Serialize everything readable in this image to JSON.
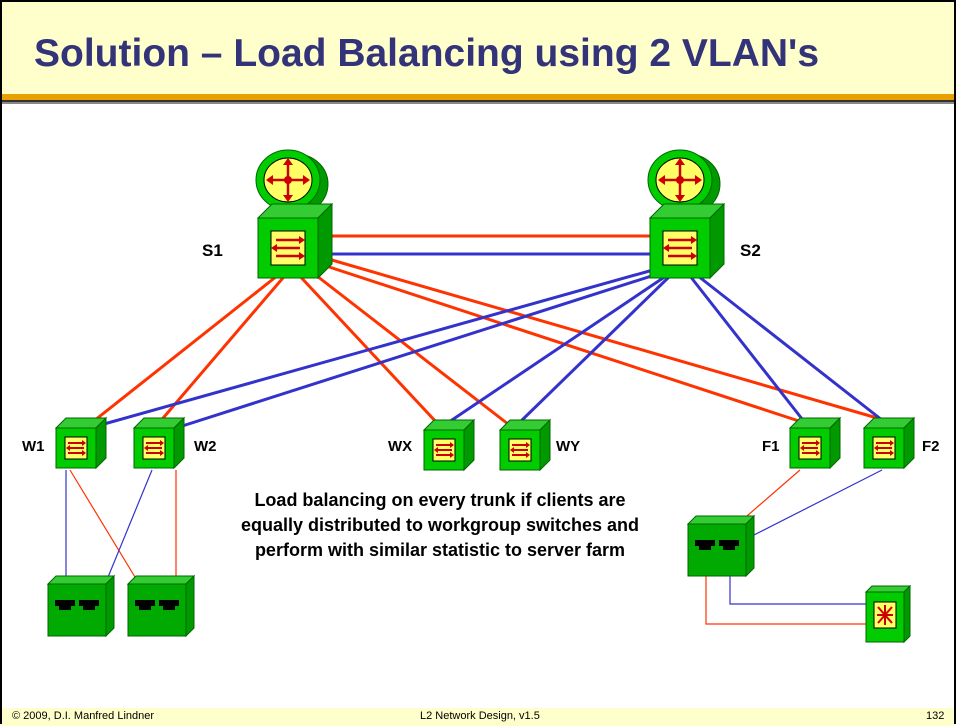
{
  "slide": {
    "title": "Solution – Load Balancing using 2 VLAN's",
    "note": "Load balancing on every trunk if clients are equally distributed to workgroup switches and perform with similar statistic to server farm",
    "footer_left": "© 2009, D.I. Manfred Lindner",
    "footer_center": "L2 Network Design, v1.5",
    "footer_right": "132"
  },
  "diagram": {
    "nodes": [
      {
        "id": "S1",
        "label": "S1"
      },
      {
        "id": "S2",
        "label": "S2"
      },
      {
        "id": "W1",
        "label": "W1"
      },
      {
        "id": "W2",
        "label": "W2"
      },
      {
        "id": "WX",
        "label": "WX"
      },
      {
        "id": "WY",
        "label": "WY"
      },
      {
        "id": "F1",
        "label": "F1"
      },
      {
        "id": "F2",
        "label": "F2"
      }
    ],
    "vlan_colors": {
      "red": "#ff3300",
      "blue": "#3333cc"
    }
  }
}
